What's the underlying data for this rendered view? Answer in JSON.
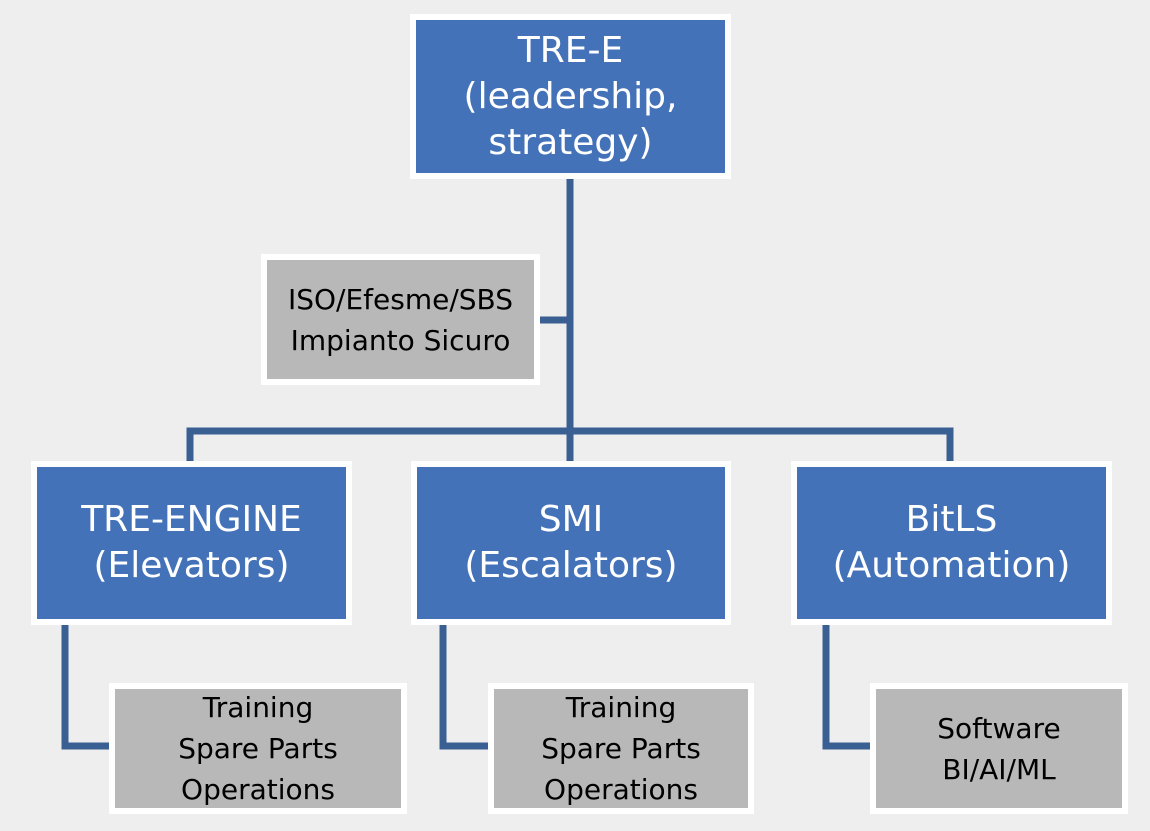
{
  "diagram": {
    "root": {
      "lines": [
        "TRE-E",
        "(leadership,",
        "strategy)"
      ]
    },
    "assistant": {
      "lines": [
        "ISO/Efesme/SBS",
        "Impianto Sicuro"
      ]
    },
    "children": [
      {
        "lines": [
          "TRE-ENGINE",
          "(Elevators)"
        ],
        "sub": {
          "lines": [
            "Training",
            "Spare Parts",
            "Operations"
          ]
        }
      },
      {
        "lines": [
          "SMI",
          "(Escalators)"
        ],
        "sub": {
          "lines": [
            "Training",
            "Spare Parts",
            "Operations"
          ]
        }
      },
      {
        "lines": [
          "BitLS",
          "(Automation)"
        ],
        "sub": {
          "lines": [
            "Software",
            "BI/AI/ML"
          ]
        }
      }
    ],
    "colors": {
      "primary_fill": "#4472b8",
      "secondary_fill": "#b8b8b8",
      "connector": "#3a5f93",
      "border": "#ffffff",
      "background": "#eeeeee"
    }
  }
}
